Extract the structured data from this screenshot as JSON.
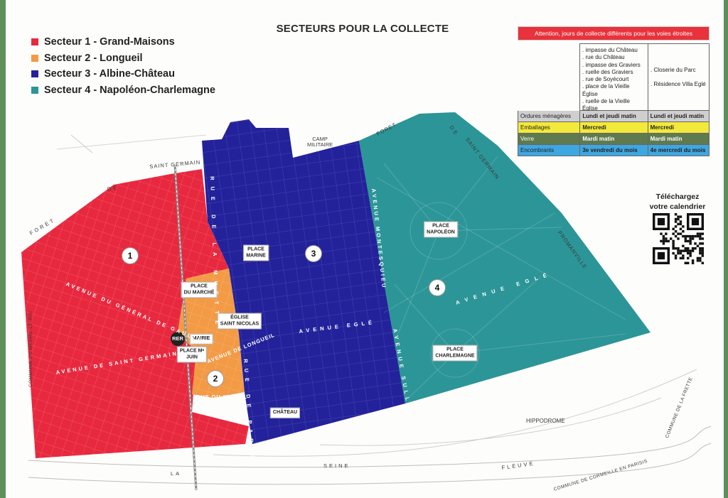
{
  "title": "SECTEURS POUR LA COLLECTE",
  "legend": [
    {
      "label": "Secteur 1 - Grand-Maisons",
      "color": "#e8283e"
    },
    {
      "label": "Secteur 2 - Longueil",
      "color": "#f39a45"
    },
    {
      "label": "Secteur 3 - Albine-Château",
      "color": "#23229b"
    },
    {
      "label": "Secteur 4 - Napoléon-Charlemagne",
      "color": "#2c9597"
    }
  ],
  "schedule": {
    "warning": "Attention, jours de collecte différents pour les voies étroites",
    "addresses_col1": [
      ". impasse du Château",
      ". rue du Château",
      ". impasse des Graviers",
      ". ruelle des Graviers",
      ". rue de Soyécourt",
      ". place de la Vieille Église",
      ". ruelle de la Vieille Église"
    ],
    "addresses_col2": [
      ". Closerie du Parc",
      ". Résidence Villa Eglé"
    ],
    "rows": [
      {
        "type": "Ordures ménagères",
        "col1": "Lundi et jeudi matin",
        "col2": "Lundi et jeudi matin",
        "color": "#cfcfcf"
      },
      {
        "type": "Emballages",
        "col1": "Mercredi",
        "col2": "Mercredi",
        "color": "#f3e93a"
      },
      {
        "type": "Verre",
        "col1": "Mardi matin",
        "col2": "Mardi matin",
        "color": "#5f7a4f"
      },
      {
        "type": "Encombrants",
        "col1": "3e vendredi du mois",
        "col2": "4e mercredi du mois",
        "color": "#3fa7e0"
      }
    ]
  },
  "download": {
    "line1": "Téléchargez",
    "line2": "votre calendrier"
  },
  "sector_numbers": [
    "1",
    "2",
    "3",
    "4"
  ],
  "places": {
    "marche": [
      "PLACE",
      "DU MARCHÉ"
    ],
    "marine": [
      "PLACE",
      "MARINE"
    ],
    "napoleon": [
      "PLACE",
      "NAPOLÉON"
    ],
    "charlemagne": [
      "PLACE",
      "CHARLEMAGNE"
    ],
    "eglise": [
      "ÉGLISE",
      "SAINT NICOLAS"
    ],
    "mairie": "MAIRIE",
    "juin": [
      "PLACE Mᵃ",
      "JUIN"
    ],
    "chateau": "CHÂTEAU",
    "rer": "RER"
  },
  "streets": {
    "foret": "FORET",
    "de": "DE",
    "saint_germain": "SAINT GERMAIN",
    "camp": [
      "CAMP",
      "MILITAIRE"
    ],
    "foret_ne": "FORET",
    "de_ne": "DE",
    "sg_ne": "SAINT GERMAIN",
    "promenade": "PROMANVILLE",
    "rue_muette": "RUE DE LA MUETTE",
    "av_gaulle": "AVENUE DU GÉNÉRAL DE GAULLE",
    "av_sg": "AVENUE DE SAINT GERMAIN",
    "av_longueil": "AVENUE DE LONGUEIL",
    "rue_mesnil": "RUE DU MESNIL",
    "rue_paris": "RUE DE PARIS",
    "av_egle3": "AVENUE EGLÉ",
    "av_egle4": "AVENUE EGLÉ",
    "av_montesquieu": "AVENUE MONTESQUIEU",
    "av_sully": "AVENUE SULLY",
    "hippodrome": "HIPPODROME",
    "seine": "SEINE",
    "la": "LA",
    "fleuve": "FLEUVE",
    "commune_mesnil": "COMMUNE DU MESNIL-LE-ROI",
    "commune_cormeille": "COMMUNE DE CORMEILLE EN PARISIS",
    "commune_frette": "COMMUNE DE LA FRETTE"
  }
}
